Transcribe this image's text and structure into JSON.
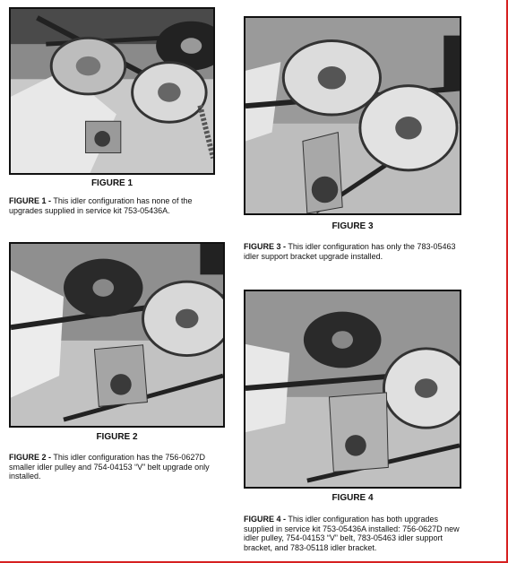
{
  "figures": [
    {
      "title": "FIGURE 1",
      "caption_lead": "FIGURE 1 -",
      "caption_text": " This idler configuration has none of the upgrades supplied in service kit 753-05436A."
    },
    {
      "title": "FIGURE 2",
      "caption_lead": "FIGURE 2 -",
      "caption_text": " This idler configuration has the 756-0627D smaller idler pulley and 754-04153 “V” belt upgrade only installed."
    },
    {
      "title": "FIGURE 3",
      "caption_lead": "FIGURE 3 -",
      "caption_text": " This idler configuration has only the 783-05463 idler support bracket upgrade installed."
    },
    {
      "title": "FIGURE 4",
      "caption_lead": "FIGURE 4 -",
      "caption_text": " This idler configuration has both upgrades supplied in service kit 753-05436A installed: 756-0627D new idler pulley, 754-04153 “V” belt, 783-05463 idler support bracket, and 783-05118 idler bracket."
    }
  ]
}
